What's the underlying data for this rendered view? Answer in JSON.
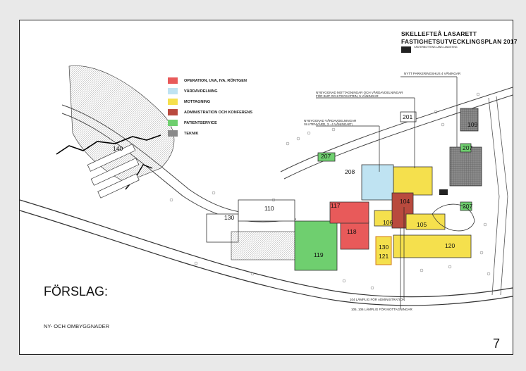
{
  "title_line1": "SKELLEFTEÅ LASARETT",
  "title_line2": "FASTIGHETSUTVECKLINGSPLAN 2017",
  "key_note": "VÄSTERBOTTENS LÄNS LANDSTING",
  "legend": [
    {
      "label": "OPERATION, UVA, IVA, RÖNTGEN",
      "color": "#e85a5a"
    },
    {
      "label": "VÅRDAVDELNING",
      "color": "#bfe3f2"
    },
    {
      "label": "MOTTAGNING",
      "color": "#f5e04d"
    },
    {
      "label": "ADMINISTRATION OCH KONFERENS",
      "color": "#b94a3e"
    },
    {
      "label": "PATIENTSERVICE",
      "color": "#6fcf6f"
    },
    {
      "label": "TEKNIK",
      "color": "#8a8a8a"
    }
  ],
  "annotations": {
    "parking": "NYTT PARKERINGSHUS 4 VÅNINGAR",
    "reception_l1": "NYBYGGNAD MOTTAGNINGAR OCH VÅRDAVDELNINGAR",
    "reception_l2": "FÖR BUP OCH PSYKIATRIN, 5 VÅNINGAR",
    "ward_l1": "NYBYGGNAD VÅRDAVDELNINGAR",
    "ward_l2": "SLUTENVÅRD, 3 - 4 VÅNINGAR",
    "admin": "104 LÄMPLIG FÖR ADMINISTRATION",
    "mott": "105, 106 LÄMPLIG FÖR MOTTAGNINGAR"
  },
  "buildings": {
    "b140": "140",
    "b130": "130",
    "b110": "110",
    "b119": "119",
    "b118": "118",
    "b117": "117",
    "b106": "106",
    "b104": "104",
    "b105": "105",
    "b120": "120",
    "b121": "121",
    "b130b": "130",
    "b208": "208",
    "b207a": "207",
    "b109": "109",
    "b207b": "207",
    "b207c": "207",
    "b201": "201"
  },
  "forslag": "FÖRSLAG:",
  "subtitle": "NY- OCH OMBYGGNADER",
  "page_number": "7"
}
